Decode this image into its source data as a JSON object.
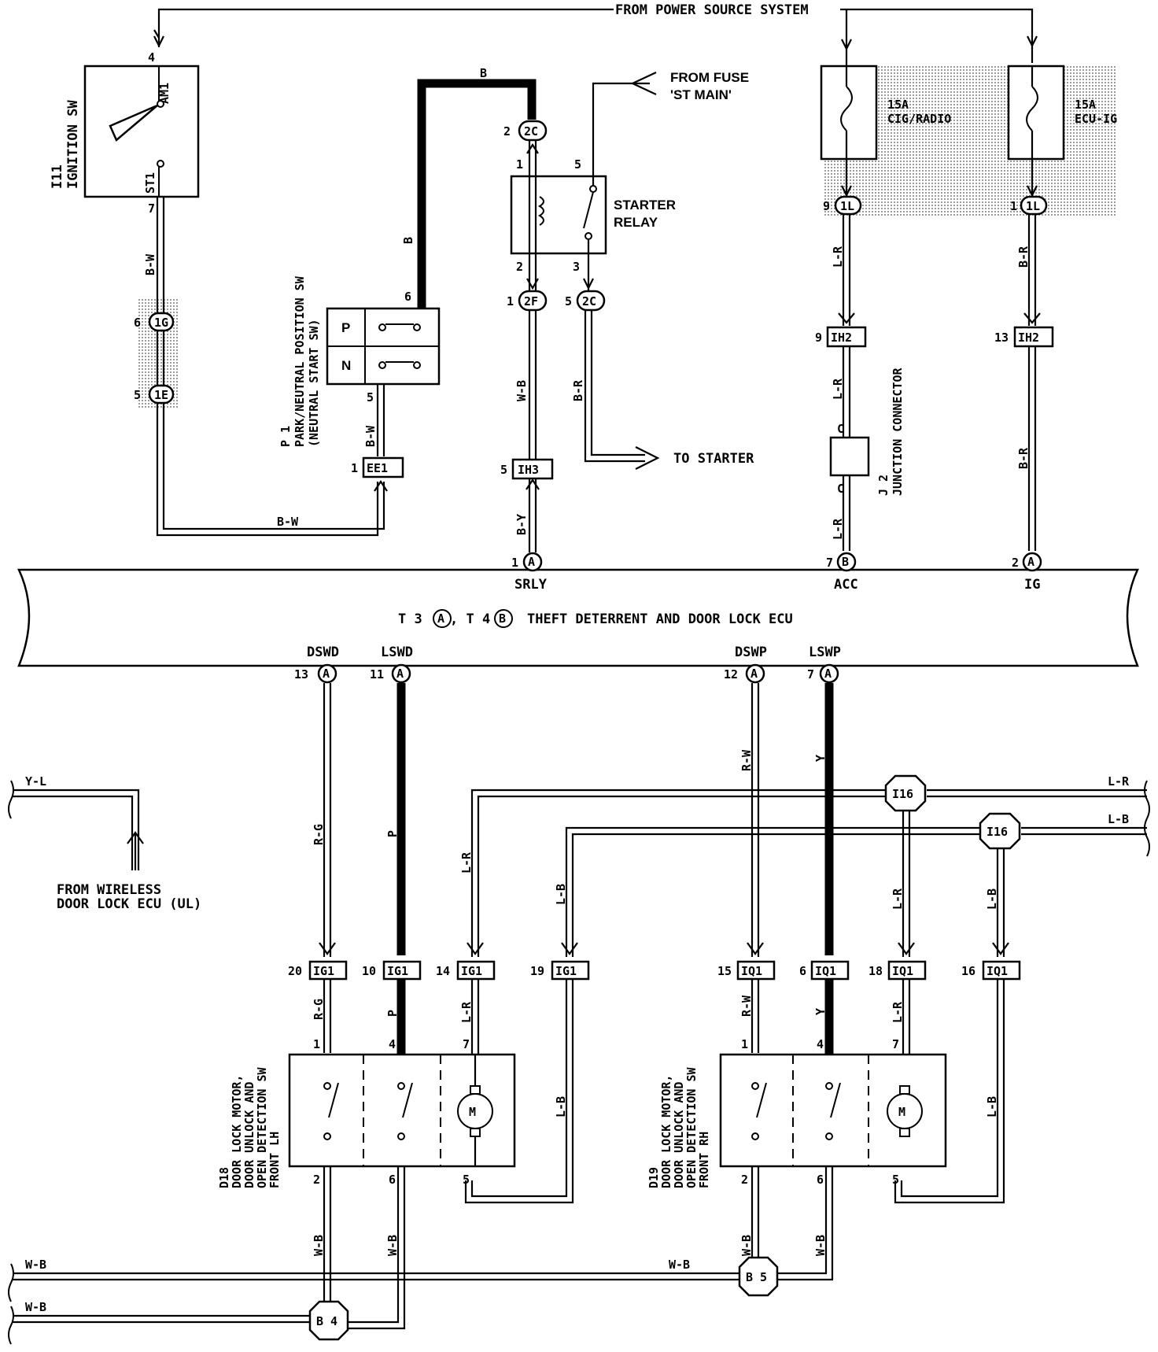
{
  "top_source": "FROM POWER SOURCE SYSTEM",
  "ignition": {
    "ref": "I11",
    "name": "IGNITION SW",
    "pin_top": "4",
    "pin_bottom": "7",
    "term_am1": "AM1",
    "term_st1": "ST1",
    "wire": "B-W"
  },
  "connectors": {
    "c1g": {
      "pin": "6",
      "id": "1G"
    },
    "c1e": {
      "pin": "5",
      "id": "1E"
    },
    "ee1": {
      "pin": "1",
      "id": "EE1"
    },
    "c2c_top": {
      "pin": "2",
      "id": "2C"
    },
    "c2f": {
      "pin": "1",
      "id": "2F"
    },
    "c2c_bot": {
      "pin": "5",
      "id": "2C"
    },
    "ih3": {
      "pin": "5",
      "id": "IH3"
    },
    "c1l_a": {
      "pin": "9",
      "id": "1L"
    },
    "c1l_b": {
      "pin": "1",
      "id": "1L"
    },
    "ih2_a": {
      "pin": "9",
      "id": "IH2"
    },
    "ih2_b": {
      "pin": "13",
      "id": "IH2"
    }
  },
  "pnp": {
    "ref": "P 1",
    "name1": "PARK/NEUTRAL POSITION SW",
    "name2": "(NEUTRAL START SW)",
    "pos_p": "P",
    "pos_n": "N",
    "pin_out": "6",
    "pin_in": "5",
    "wire_out": "B",
    "wire_in": "B-W"
  },
  "bw_bottom_wire": "B-W",
  "top_b_wire": "B",
  "starter_relay": {
    "name1": "STARTER",
    "name2": "RELAY",
    "pin1": "1",
    "pin2": "2",
    "pin3": "3",
    "pin5": "5"
  },
  "fuse_st": {
    "line1": "FROM FUSE",
    "line2": "'ST MAIN'"
  },
  "to_starter": "TO STARTER",
  "wires_mid": {
    "wb": "W-B",
    "br": "B-R",
    "by": "B-Y",
    "lr_a": "L-R",
    "lr_b": "L-R",
    "lr_c": "L-R",
    "br_a": "B-R",
    "br_b": "B-R"
  },
  "fuses": [
    {
      "amp": "15A",
      "name": "CIG/RADIO"
    },
    {
      "amp": "15A",
      "name": "ECU-IG"
    }
  ],
  "junction": {
    "ref": "J 2",
    "name": "JUNCTION CONNECTOR",
    "c_top": "C",
    "c_bot": "C"
  },
  "ecu": {
    "title_pre": "T 3",
    "title_a": "A",
    "title_mid": ", T 4",
    "title_b": "B",
    "title_post": "THEFT DETERRENT AND DOOR LOCK ECU",
    "top_pins": [
      {
        "pin": "1",
        "conn": "A",
        "label": "SRLY"
      },
      {
        "pin": "7",
        "conn": "B",
        "label": "ACC"
      },
      {
        "pin": "2",
        "conn": "A",
        "label": "IG"
      }
    ],
    "bottom_pins": [
      {
        "pin": "13",
        "conn": "A",
        "label": "DSWD"
      },
      {
        "pin": "11",
        "conn": "A",
        "label": "LSWD"
      },
      {
        "pin": "12",
        "conn": "A",
        "label": "DSWP"
      },
      {
        "pin": "7",
        "conn": "A",
        "label": "LSWP"
      }
    ]
  },
  "lower_wires": {
    "rg": "R-G",
    "p": "P",
    "lr": "L-R",
    "lb": "L-B",
    "rw": "R-W",
    "y": "Y",
    "lr2": "L-R",
    "lb2": "L-B",
    "yl": "Y-L",
    "lr_right": "L-R",
    "lb_right": "L-B"
  },
  "i16": "I16",
  "wireless": {
    "line1": "FROM WIRELESS",
    "line2": "DOOR LOCK ECU (UL)"
  },
  "ig1": [
    {
      "pin": "20",
      "id": "IG1"
    },
    {
      "pin": "10",
      "id": "IG1"
    },
    {
      "pin": "14",
      "id": "IG1"
    },
    {
      "pin": "19",
      "id": "IG1"
    }
  ],
  "iq1": [
    {
      "pin": "15",
      "id": "IQ1"
    },
    {
      "pin": "6",
      "id": "IQ1"
    },
    {
      "pin": "18",
      "id": "IQ1"
    },
    {
      "pin": "16",
      "id": "IQ1"
    }
  ],
  "d18": {
    "ref": "D18",
    "name1": "DOOR LOCK MOTOR,",
    "name2": "DOOR UNLOCK AND",
    "name3": "OPEN DETECTION SW",
    "name4": "FRONT LH",
    "pins_top": [
      "1",
      "4",
      "7"
    ],
    "pins_bot": [
      "2",
      "6",
      "5"
    ],
    "motor": "M"
  },
  "d19": {
    "ref": "D19",
    "name1": "DOOR LOCK MOTOR,",
    "name2": "DOOR UNLOCK AND",
    "name3": "OPEN DETECTION SW",
    "name4": "FRONT RH",
    "pins_top": [
      "1",
      "4",
      "7"
    ],
    "pins_bot": [
      "2",
      "6",
      "5"
    ],
    "motor": "M"
  },
  "ground_wires": {
    "wb1": "W-B",
    "wb2": "W-B",
    "wb3": "W-B",
    "wb4": "W-B",
    "wb5": "W-B",
    "wb6": "W-B",
    "wb7": "W-B"
  },
  "ground_points": {
    "b5": "B 5",
    "b4": "B 4"
  }
}
